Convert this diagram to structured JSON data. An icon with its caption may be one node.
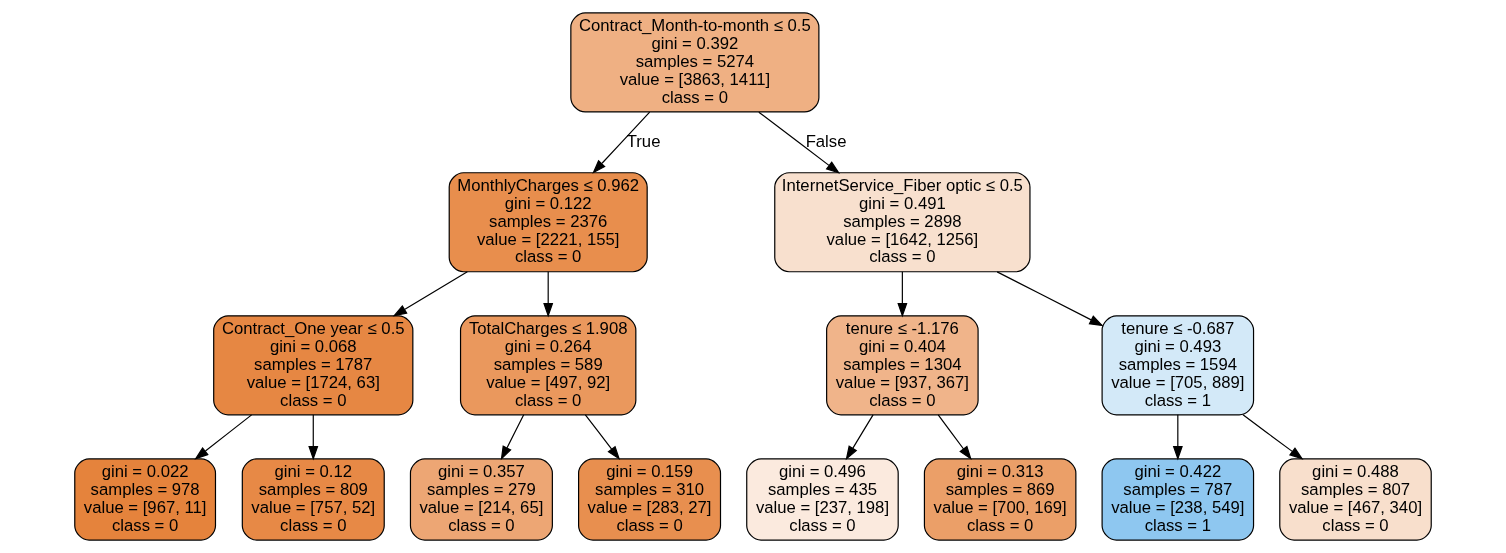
{
  "diagram": {
    "nodes": [
      {
        "text": [
          "Contract_Month-to-month ≤ 0.5",
          "gini = 0.392",
          "samples = 5274",
          "value = [3863, 1411]",
          "class = 0"
        ]
      },
      {
        "text": [
          "MonthlyCharges ≤ 0.962",
          "gini = 0.122",
          "samples = 2376",
          "value = [2221, 155]",
          "class = 0"
        ]
      },
      {
        "text": [
          "InternetService_Fiber optic ≤ 0.5",
          "gini = 0.491",
          "samples = 2898",
          "value = [1642, 1256]",
          "class = 0"
        ]
      },
      {
        "text": [
          "Contract_One year ≤ 0.5",
          "gini = 0.068",
          "samples = 1787",
          "value = [1724, 63]",
          "class = 0"
        ]
      },
      {
        "text": [
          "TotalCharges ≤ 1.908",
          "gini = 0.264",
          "samples = 589",
          "value = [497, 92]",
          "class = 0"
        ]
      },
      {
        "text": [
          "tenure ≤ -1.176",
          "gini = 0.404",
          "samples = 1304",
          "value = [937, 367]",
          "class = 0"
        ]
      },
      {
        "text": [
          "tenure ≤ -0.687",
          "gini = 0.493",
          "samples = 1594",
          "value = [705, 889]",
          "class = 1"
        ]
      },
      {
        "text": [
          "gini = 0.022",
          "samples = 978",
          "value = [967, 11]",
          "class = 0"
        ]
      },
      {
        "text": [
          "gini = 0.12",
          "samples = 809",
          "value = [757, 52]",
          "class = 0"
        ]
      },
      {
        "text": [
          "gini = 0.357",
          "samples = 279",
          "value = [214, 65]",
          "class = 0"
        ]
      },
      {
        "text": [
          "gini = 0.159",
          "samples = 310",
          "value = [283, 27]",
          "class = 0"
        ]
      },
      {
        "text": [
          "gini = 0.496",
          "samples = 435",
          "value = [237, 198]",
          "class = 0"
        ]
      },
      {
        "text": [
          "gini = 0.313",
          "samples = 869",
          "value = [700, 169]",
          "class = 0"
        ]
      },
      {
        "text": [
          "gini = 0.422",
          "samples = 787",
          "value = [238, 549]",
          "class = 1"
        ]
      },
      {
        "text": [
          "gini = 0.488",
          "samples = 807",
          "value = [467, 340]",
          "class = 0"
        ]
      }
    ],
    "edges": [
      {
        "from": 0,
        "to": 1,
        "arrow": "to",
        "label": "True"
      },
      {
        "from": 0,
        "to": 2,
        "arrow": "to",
        "label": "False"
      },
      {
        "from": 1,
        "to": 3,
        "arrow": "to"
      },
      {
        "from": 1,
        "to": 4,
        "arrow": "to"
      },
      {
        "from": 2,
        "to": 5,
        "arrow": "to"
      },
      {
        "from": 2,
        "to": 6,
        "arrow": "to"
      },
      {
        "from": 3,
        "to": 7,
        "arrow": "to"
      },
      {
        "from": 3,
        "to": 8,
        "arrow": "to"
      },
      {
        "from": 4,
        "to": 9,
        "arrow": "to"
      },
      {
        "from": 4,
        "to": 10,
        "arrow": "to"
      },
      {
        "from": 5,
        "to": 11,
        "arrow": "to"
      },
      {
        "from": 5,
        "to": 12,
        "arrow": "to"
      },
      {
        "from": 6,
        "to": 13,
        "arrow": "to"
      },
      {
        "from": 6,
        "to": 14,
        "arrow": "to"
      }
    ]
  }
}
